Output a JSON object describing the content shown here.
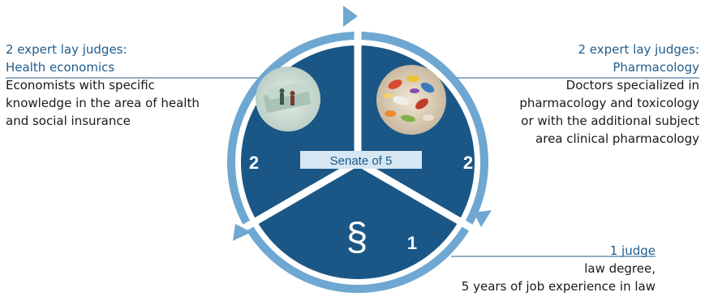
{
  "colors": {
    "dark_blue": "#1a5786",
    "light_blue": "#6ea7d1",
    "pale_blue": "#d6e7f3",
    "text_blue": "#1f5c8c"
  },
  "icons": {
    "pie_top_left": "money-stack-figures-image",
    "pie_top_right": "pills-image",
    "pie_bottom": "paragraph-section-icon"
  },
  "center_label": "Senate of 5",
  "segments": {
    "left": {
      "count": "2",
      "heading_line1": "2 expert lay judges:",
      "heading_line2": "Health economics",
      "desc_line1": "Economists with specific",
      "desc_line2": "knowledge in the area of health",
      "desc_line3": "and social insurance"
    },
    "right": {
      "count": "2",
      "heading_line1": "2 expert lay judges:",
      "heading_line2": "Pharmacology",
      "desc_line1": "Doctors specialized in",
      "desc_line2": "pharmacology and toxicology",
      "desc_line3": "or with the additional subject",
      "desc_line4": "area clinical pharmacology"
    },
    "bottom": {
      "count": "1",
      "symbol": "§",
      "heading": "1 judge",
      "desc_line1": "law degree,",
      "desc_line2": "5 years of job experience in law"
    }
  }
}
